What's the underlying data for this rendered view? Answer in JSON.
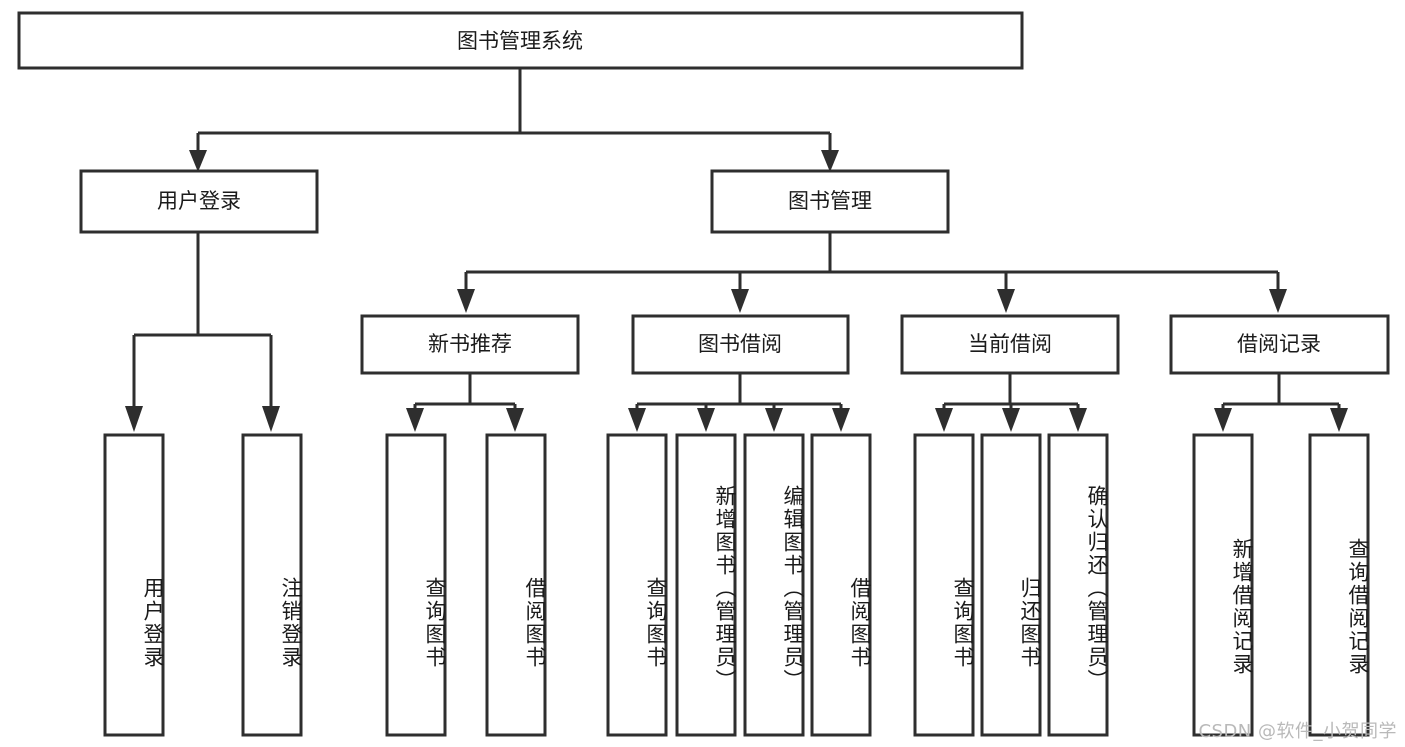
{
  "diagram": {
    "type": "tree",
    "title": "图书管理系统",
    "orientation": "top-down",
    "watermark": "CSDN @软件_小贺同学"
  },
  "nodes": {
    "root": {
      "label": "图书管理系统",
      "level": 0
    },
    "l1": [
      {
        "id": "user-login",
        "label": "用户登录",
        "level": 1
      },
      {
        "id": "book-manage",
        "label": "图书管理",
        "level": 1
      }
    ],
    "l2": [
      {
        "id": "new-book-recommend",
        "label": "新书推荐",
        "level": 2,
        "parent": "book-manage"
      },
      {
        "id": "book-borrow",
        "label": "图书借阅",
        "level": 2,
        "parent": "book-manage"
      },
      {
        "id": "current-borrow",
        "label": "当前借阅",
        "level": 2,
        "parent": "book-manage"
      },
      {
        "id": "borrow-record",
        "label": "借阅记录",
        "level": 2,
        "parent": "book-manage"
      }
    ],
    "leaves": [
      {
        "id": "leaf-user-login",
        "label": "用户登录",
        "parent": "user-login"
      },
      {
        "id": "leaf-user-logout",
        "label": "注销登录",
        "parent": "user-login"
      },
      {
        "id": "leaf-query-book-1",
        "label": "查询图书",
        "parent": "new-book-recommend"
      },
      {
        "id": "leaf-borrow-book-1",
        "label": "借阅图书",
        "parent": "new-book-recommend"
      },
      {
        "id": "leaf-query-book-2",
        "label": "查询图书",
        "parent": "book-borrow"
      },
      {
        "id": "leaf-add-book",
        "label": "新增图书（管理员）",
        "parent": "book-borrow"
      },
      {
        "id": "leaf-edit-book",
        "label": "编辑图书（管理员）",
        "parent": "book-borrow"
      },
      {
        "id": "leaf-borrow-book-2",
        "label": "借阅图书",
        "parent": "book-borrow"
      },
      {
        "id": "leaf-query-book-3",
        "label": "查询图书",
        "parent": "current-borrow"
      },
      {
        "id": "leaf-return-book",
        "label": "归还图书",
        "parent": "current-borrow"
      },
      {
        "id": "leaf-confirm-return",
        "label": "确认归还（管理员）",
        "parent": "current-borrow"
      },
      {
        "id": "leaf-add-record",
        "label": "新增借阅记录",
        "parent": "borrow-record"
      },
      {
        "id": "leaf-query-record",
        "label": "查询借阅记录",
        "parent": "borrow-record"
      }
    ]
  },
  "colors": {
    "stroke": "#2e2e2e",
    "fill": "#ffffff",
    "text": "#1b1b1b",
    "watermark": "#b9b9b9"
  }
}
